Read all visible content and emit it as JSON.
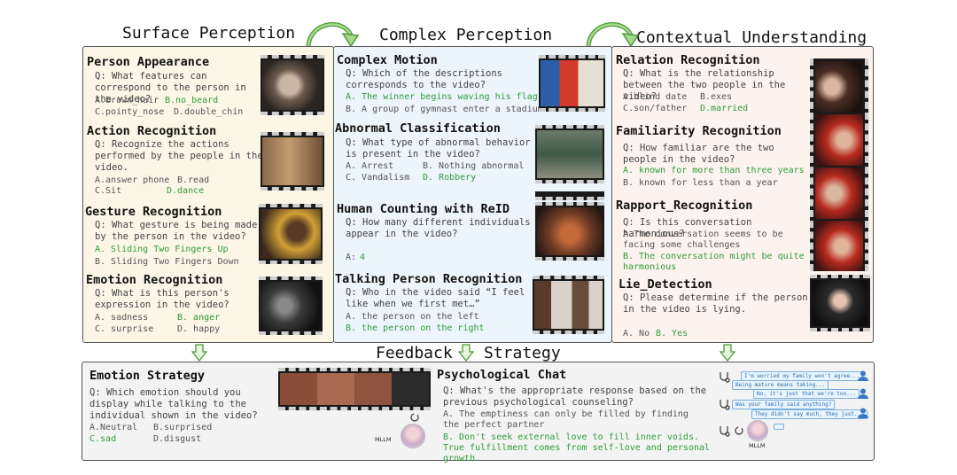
{
  "sections": {
    "surface": "Surface Perception",
    "complex": "Complex Perception",
    "context": "Contextual Understanding",
    "feedback": "Feedback",
    "strategy": "Strategy"
  },
  "surface": {
    "person_appearance": {
      "title": "Person Appearance",
      "q": "Q: What features can correspond to the person in the video?",
      "a1": "A.brown_hair",
      "b1": "B.no_beard",
      "c1": "C.pointy_nose",
      "d1": "D.double_chin"
    },
    "action": {
      "title": "Action Recognition",
      "q": "Q: Recognize the actions performed by the people in the video.",
      "a1": "A.answer phone",
      "b1": "B.read",
      "c1": "C.Sit",
      "d1": "D.dance"
    },
    "gesture": {
      "title": "Gesture Recognition",
      "q": "Q: What gesture is being made by the person in the video?",
      "a1": "A. Sliding Two Fingers Up",
      "b1": "B. Sliding Two Fingers Down"
    },
    "emotion": {
      "title": "Emotion Recognition",
      "q": "Q: What is this person's expression in the video?",
      "a1": "A. sadness",
      "b1": "B. anger",
      "c1": "C. surprise",
      "d1": "D. happy"
    }
  },
  "complex": {
    "motion": {
      "title": "Complex Motion",
      "q": "Q: Which of the descriptions corresponds to the video?",
      "a1": "A. The winner begins waving his flag",
      "b1": "B. A group of gymnast enter a stadium"
    },
    "abnormal": {
      "title": "Abnormal Classification",
      "q": "Q: What type of abnormal behavior is present in the video?",
      "a1": "A. Arrest",
      "b1": "B. Nothing abnormal",
      "c1": "C. Vandalism",
      "d1": "D. Robbery"
    },
    "counting": {
      "title": "Human Counting with ReID",
      "q": "Q: How many different individuals appear in the video?",
      "a1": "A:",
      "a2": "4"
    },
    "talking": {
      "title": "Talking Person Recognition",
      "q": "Q: Who in the video said “I feel like when we first met…”",
      "a1": "A. the person on the left",
      "b1": "B. the person on the right"
    }
  },
  "context": {
    "relation": {
      "title": "Relation Recognition",
      "q": "Q: What is the relationship between the two people in the video?",
      "a1": "A.blind date",
      "b1": "B.exes",
      "c1": "C.son/father",
      "d1": "D.married"
    },
    "familiarity": {
      "title": "Familiarity Recognition",
      "q": "Q: How familiar are the two people in the video?",
      "a1": "A. known for more than three years",
      "b1": "B. known for less than a year"
    },
    "rapport": {
      "title": "Rapport_Recognition",
      "q": "Q: Is this conversation harmonious?",
      "a1": "A.The conversation seems to be facing some challenges",
      "b1": "B. The conversation might be quite harmonious"
    },
    "lie": {
      "title": "Lie_Detection",
      "q": "Q: Please determine if the person in the video is lying.",
      "a1": "A. No",
      "b1": "B. Yes"
    }
  },
  "feedback": {
    "emotion_strategy": {
      "title": "Emotion Strategy",
      "q": "Q: Which emotion should you display while talking to the individual shown in the video?",
      "a1": "A.Neutral",
      "b1": "B.surprised",
      "c1": "C.sad",
      "d1": "D.disgust"
    },
    "psych": {
      "title": "Psychological Chat",
      "q": "Q: What's the appropriate response based on the previous psychological counseling?",
      "a1": "A. The emptiness can only be filled by finding the perfect partner",
      "b1": "B. Don't seek external love to fill inner voids. True fulfillment comes from self-love and personal growth."
    },
    "mllm": "MLLM",
    "chat": [
      "I'm worried my family won't agree...",
      "Being mature means taking...",
      "No, it's just that we're too...",
      "Was your family said anything?",
      "They didn't say much, they just..."
    ]
  },
  "colors": {
    "answer": "#2e9d3a",
    "surface_bg": "#fbf6e6",
    "complex_bg": "#ecf4fc",
    "context_bg": "#fdf3ee",
    "feedback_bg": "#f3f3f3",
    "arrow": "#4e9a3a"
  }
}
